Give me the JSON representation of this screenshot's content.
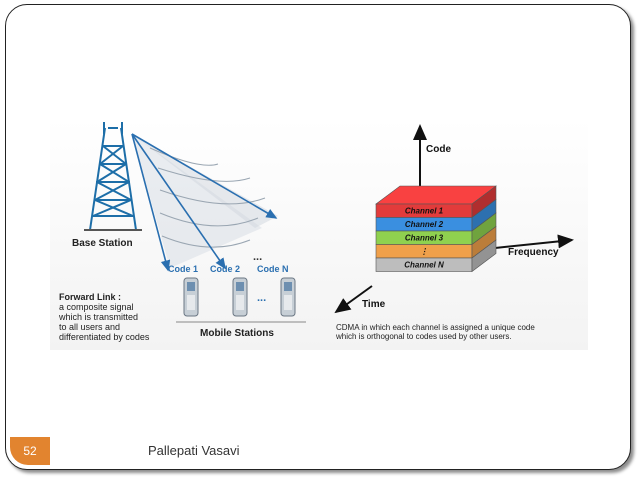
{
  "slide": {
    "page_number": "52",
    "author": "Pallepati Vasavi"
  },
  "diagram": {
    "left": {
      "base_station_label": "Base Station",
      "codes": [
        "Code 1",
        "Code 2",
        "Code N"
      ],
      "dots": "...",
      "mobile_stations_label": "Mobile Stations",
      "forward_link_lines": [
        "Forward Link :",
        "a composite signal",
        "which is transmitted",
        "to all users and",
        "differentiated by codes"
      ]
    },
    "right": {
      "axis_code": "Code",
      "axis_frequency": "Frequency",
      "axis_time": "Time",
      "channels": [
        {
          "label": "Channel 1",
          "color": "#e23b3b"
        },
        {
          "label": "Channel 2",
          "color": "#3a8fe0"
        },
        {
          "label": "Channel 3",
          "color": "#8fd14f"
        },
        {
          "label": "⋮",
          "color": "#f0a04a"
        },
        {
          "label": "Channel N",
          "color": "#bdbdbd"
        }
      ],
      "caption_lines": [
        "CDMA in which each channel is assigned a unique code",
        "which is orthogonal to codes used by other users."
      ]
    }
  }
}
